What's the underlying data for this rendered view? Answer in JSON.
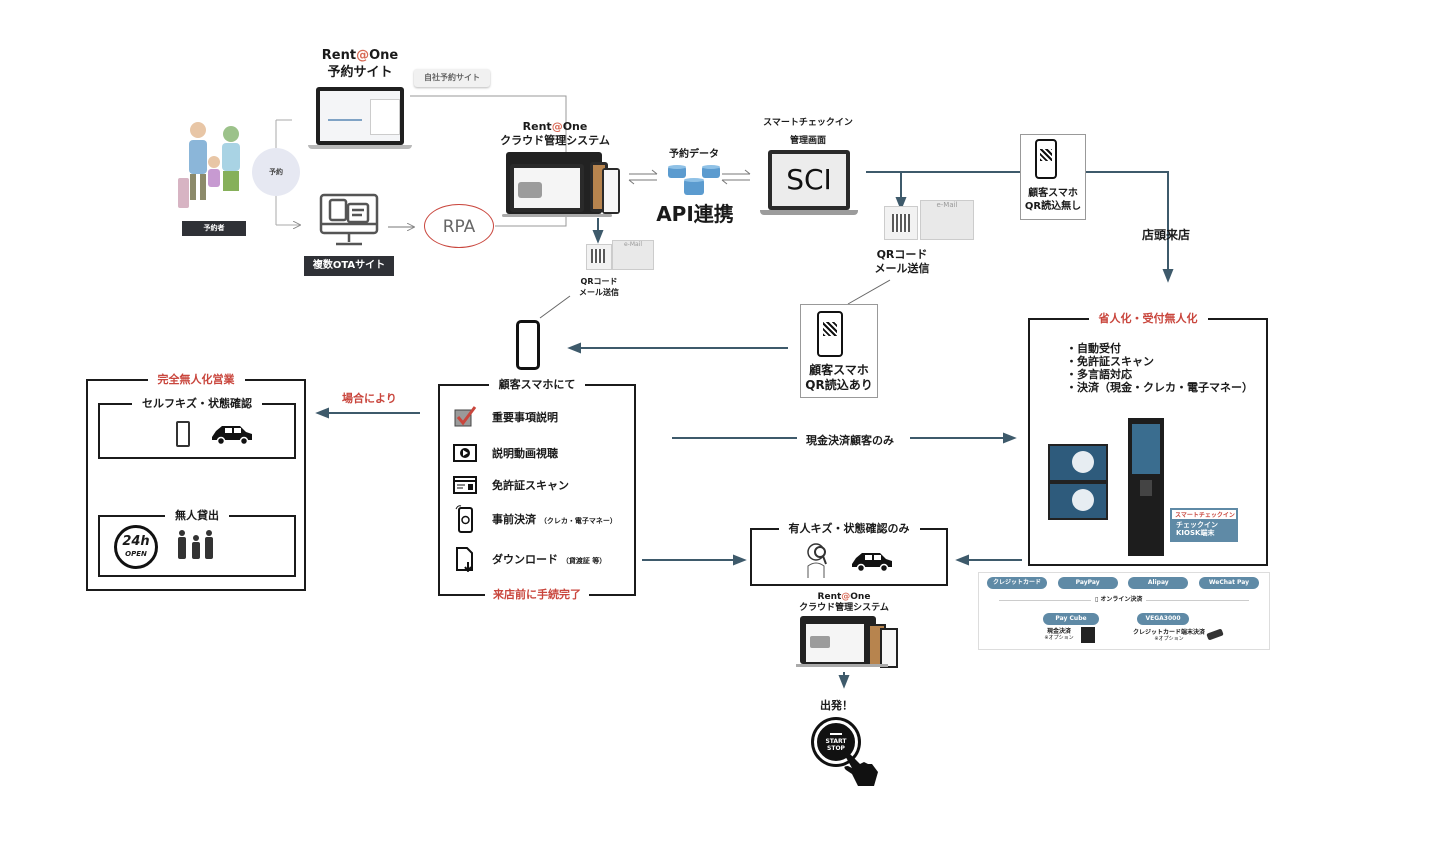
{
  "booking_site": {
    "brand_prefix": "Rent",
    "brand_at": "@",
    "brand_suffix": "One",
    "title": "予約サイト",
    "tooltip": "自社予約サイト"
  },
  "customer": {
    "bubble_label": "予約",
    "label": "予約者"
  },
  "ota": {
    "label": "複数OTAサイト"
  },
  "rpa": {
    "label": "RPA"
  },
  "cloud_system": {
    "brand_prefix": "Rent",
    "brand_at": "@",
    "brand_suffix": "One",
    "title": "クラウド管理システム"
  },
  "api": {
    "data_label": "予約データ",
    "label": "API連携"
  },
  "sci": {
    "title_line1": "スマートチェックイン",
    "title_line2": "管理画面",
    "screen_text": "SCI"
  },
  "qr_mail_left": {
    "mail_label": "e-Mail",
    "line1": "QRコード",
    "line2": "メール送信"
  },
  "qr_mail_right": {
    "mail_label": "e-Mail",
    "line1": "QRコード",
    "line2": "メール送信"
  },
  "phone_no_qr": {
    "line1": "顧客スマホ",
    "line2": "QR読込無し"
  },
  "phone_with_qr": {
    "line1": "顧客スマホ",
    "line2": "QR読込あり"
  },
  "store_visit": {
    "label": "店頭来店"
  },
  "smartphone_box": {
    "title": "顧客スマホにて",
    "footer": "来店前に手続完了",
    "items": [
      {
        "icon": "checkbox-icon",
        "label": "重要事項説明",
        "note": ""
      },
      {
        "icon": "video-icon",
        "label": "説明動画視聴",
        "note": ""
      },
      {
        "icon": "id-card-icon",
        "label": "免許証スキャン",
        "note": ""
      },
      {
        "icon": "mobile-payment-icon",
        "label": "事前決済",
        "note": "（クレカ・電子マネー）"
      },
      {
        "icon": "download-icon",
        "label": "ダウンロード",
        "note": "（貸渡証 等）"
      }
    ]
  },
  "case_arrow": {
    "label": "場合により"
  },
  "unmanned_box": {
    "title": "完全無人化営業",
    "self_check": {
      "title": "セルフキズ・状態確認"
    },
    "unmanned_rental": {
      "title": "無人貸出",
      "badge_line1": "24h",
      "badge_line2": "OPEN"
    }
  },
  "cash_only": {
    "label": "現金決済顧客のみ"
  },
  "kiosk_box": {
    "title": "省人化・受付無人化",
    "features": [
      "・自動受付",
      "・免許証スキャン",
      "・多言語対応",
      "・決済（現金・クレカ・電子マネー）"
    ],
    "callout_tag": "スマートチェックイン",
    "callout_line1": "チェックイン",
    "callout_line2": "KIOSK端末"
  },
  "payments": {
    "methods": [
      "クレジットカード",
      "PayPay",
      "Alipay",
      "WeChat Pay"
    ],
    "online_label": "オンライン決済",
    "devices": [
      {
        "name": "Pay Cube",
        "label": "現金決済",
        "note": "※オプション"
      },
      {
        "name": "VEGA3000",
        "label": "クレジットカード端末決済",
        "note": "※オプション"
      }
    ]
  },
  "staffed_box": {
    "title": "有人キズ・状態確認のみ"
  },
  "cloud_system_bottom": {
    "brand_prefix": "Rent",
    "brand_at": "@",
    "brand_suffix": "One",
    "title": "クラウド管理システム"
  },
  "departure": {
    "label": "出発！",
    "button_line1": "START",
    "button_line2": "STOP"
  },
  "colors": {
    "arrow": "#3e5a6b",
    "accent_red": "#c9463d",
    "brand_at": "#d86a56",
    "pill": "#5f8aa6"
  }
}
